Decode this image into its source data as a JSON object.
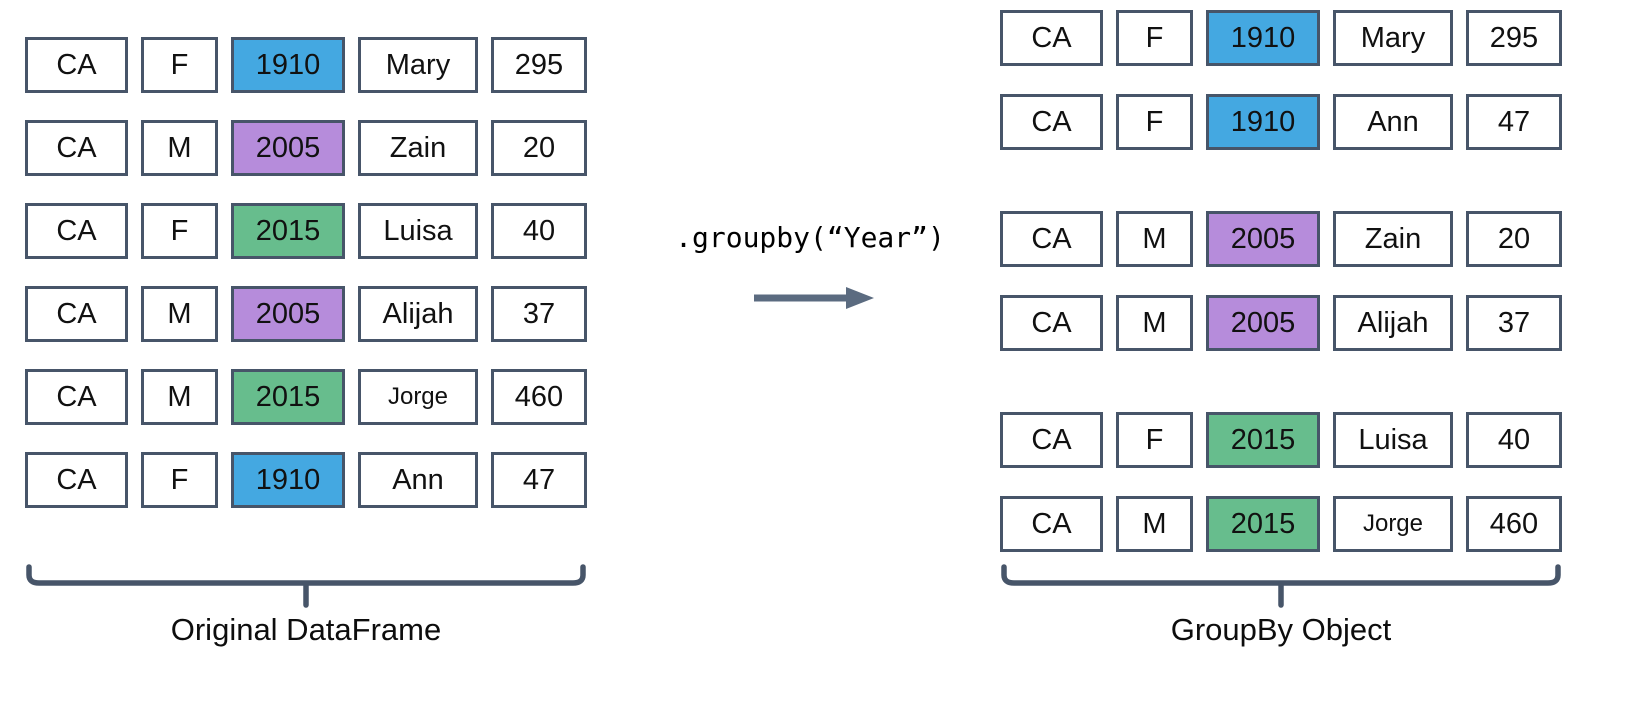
{
  "diagram": {
    "operation_label": ".groupby(“Year”)",
    "colors": {
      "year_1910_blue": "#44a8e1",
      "year_2005_purple": "#b68cdb",
      "year_2015_green": "#67bd8d",
      "cell_border_slate": "#475569",
      "arrow_slate": "#5b6b80",
      "brace_slate": "#475569"
    },
    "left": {
      "caption": "Original DataFrame",
      "rows": [
        {
          "cells": [
            {
              "text": "CA"
            },
            {
              "text": "F"
            },
            {
              "text": "1910",
              "color": "blue"
            },
            {
              "text": "Mary"
            },
            {
              "text": "295"
            }
          ]
        },
        {
          "cells": [
            {
              "text": "CA"
            },
            {
              "text": "M"
            },
            {
              "text": "2005",
              "color": "purple"
            },
            {
              "text": "Zain"
            },
            {
              "text": "20"
            }
          ]
        },
        {
          "cells": [
            {
              "text": "CA"
            },
            {
              "text": "F"
            },
            {
              "text": "2015",
              "color": "green"
            },
            {
              "text": "Luisa"
            },
            {
              "text": "40"
            }
          ]
        },
        {
          "cells": [
            {
              "text": "CA"
            },
            {
              "text": "M"
            },
            {
              "text": "2005",
              "color": "purple"
            },
            {
              "text": "Alijah"
            },
            {
              "text": "37"
            }
          ]
        },
        {
          "cells": [
            {
              "text": "CA"
            },
            {
              "text": "M"
            },
            {
              "text": "2015",
              "color": "green"
            },
            {
              "text": "Jorge",
              "size": "small"
            },
            {
              "text": "460"
            }
          ]
        },
        {
          "cells": [
            {
              "text": "CA"
            },
            {
              "text": "F"
            },
            {
              "text": "1910",
              "color": "blue"
            },
            {
              "text": "Ann"
            },
            {
              "text": "47"
            }
          ]
        }
      ]
    },
    "right": {
      "caption": "GroupBy Object",
      "groups": [
        {
          "rows": [
            {
              "cells": [
                {
                  "text": "CA"
                },
                {
                  "text": "F"
                },
                {
                  "text": "1910",
                  "color": "blue"
                },
                {
                  "text": "Mary"
                },
                {
                  "text": "295"
                }
              ]
            },
            {
              "cells": [
                {
                  "text": "CA"
                },
                {
                  "text": "F"
                },
                {
                  "text": "1910",
                  "color": "blue"
                },
                {
                  "text": "Ann"
                },
                {
                  "text": "47"
                }
              ]
            }
          ]
        },
        {
          "rows": [
            {
              "cells": [
                {
                  "text": "CA"
                },
                {
                  "text": "M"
                },
                {
                  "text": "2005",
                  "color": "purple"
                },
                {
                  "text": "Zain"
                },
                {
                  "text": "20"
                }
              ]
            },
            {
              "cells": [
                {
                  "text": "CA"
                },
                {
                  "text": "M"
                },
                {
                  "text": "2005",
                  "color": "purple"
                },
                {
                  "text": "Alijah"
                },
                {
                  "text": "37"
                }
              ]
            }
          ]
        },
        {
          "rows": [
            {
              "cells": [
                {
                  "text": "CA"
                },
                {
                  "text": "F"
                },
                {
                  "text": "2015",
                  "color": "green"
                },
                {
                  "text": "Luisa"
                },
                {
                  "text": "40"
                }
              ]
            },
            {
              "cells": [
                {
                  "text": "CA"
                },
                {
                  "text": "M"
                },
                {
                  "text": "2015",
                  "color": "green"
                },
                {
                  "text": "Jorge",
                  "size": "small"
                },
                {
                  "text": "460"
                }
              ]
            }
          ]
        }
      ]
    }
  }
}
